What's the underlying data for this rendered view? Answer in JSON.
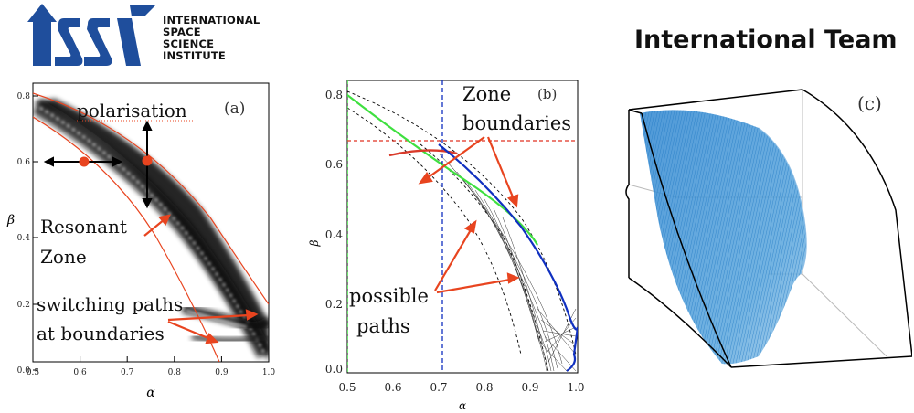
{
  "logo": {
    "lines": [
      "INTERNATIONAL",
      "SPACE",
      "SCIENCE",
      "INSTITUTE"
    ],
    "brand_color": "#1f4e9c"
  },
  "header": {
    "team_label": "International Team"
  },
  "panel_a": {
    "tag": "(a)",
    "xlabel": "α",
    "ylabel": "β",
    "xticks": [
      "0.5",
      "0.6",
      "0.7",
      "0.8",
      "0.9",
      "1.0"
    ],
    "yticks": [
      "0.0",
      "0.2",
      "0.4",
      "0.6",
      "0.8"
    ],
    "annotations": {
      "polarisation": "polarisation",
      "resonant_1": "Resonant",
      "resonant_2": "Zone",
      "switching_1": "switching paths",
      "switching_2": "at boundaries"
    },
    "accent_color": "#e8441f"
  },
  "panel_b": {
    "tag": "(b)",
    "xlabel": "α",
    "ylabel": "β",
    "xticks": [
      "0.5",
      "0.6",
      "0.7",
      "0.8",
      "0.9",
      "1.0"
    ],
    "yticks": [
      "0.0",
      "0.2",
      "0.4",
      "0.6",
      "0.8"
    ],
    "annotations": {
      "zone_1": "Zone",
      "zone_2": "boundaries",
      "paths_1": "possible",
      "paths_2": "paths"
    },
    "colors": {
      "green": "#3fe040",
      "red": "#d93a2a",
      "blue": "#1030c0",
      "dash_red": "#e03020",
      "dash_blue": "#1030c0"
    }
  },
  "panel_c": {
    "tag": "(c)",
    "surface_color": "#3a8fd0"
  }
}
